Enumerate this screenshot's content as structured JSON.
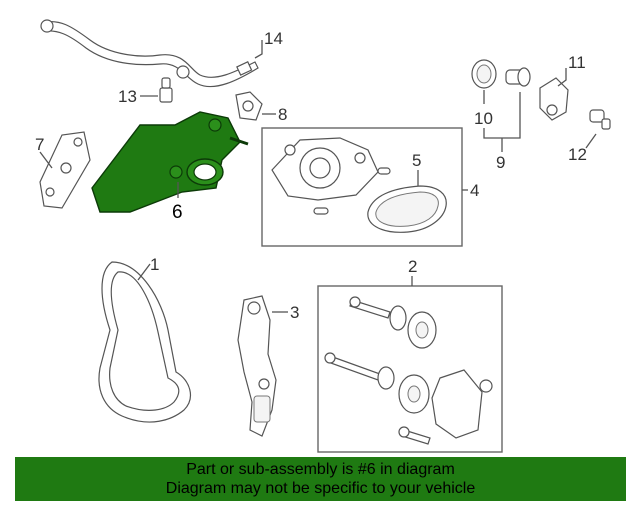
{
  "callouts": {
    "c1": "1",
    "c2": "2",
    "c3": "3",
    "c4": "4",
    "c5": "5",
    "c6": "6",
    "c7": "7",
    "c8": "8",
    "c9": "9",
    "c10": "10",
    "c11": "11",
    "c12": "12",
    "c13": "13",
    "c14": "14"
  },
  "highlight_color": "#1f7a12",
  "banner": {
    "line1": "Part or sub-assembly is #6 in diagram",
    "line2": "Diagram may not be specific to your vehicle",
    "color": "#1f7a12"
  }
}
